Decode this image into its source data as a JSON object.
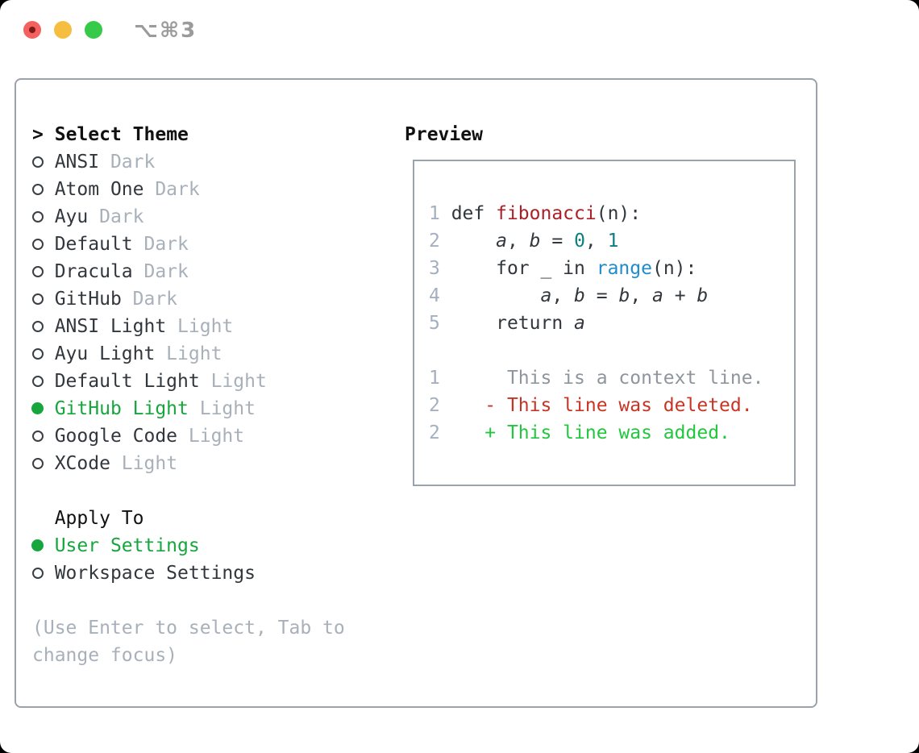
{
  "window": {
    "title": "⌥⌘3"
  },
  "colors": {
    "selected_green": "#17a63e",
    "added_green": "#21c73e",
    "deleted_red": "#c73425",
    "function_red": "#ab2026",
    "number_teal": "#0e7e80",
    "call_blue": "#1f8ccc",
    "muted_gray": "#a8b0ba",
    "context_gray": "#8f959d",
    "line_number": "#a4b0bf",
    "text_dark": "#32373d",
    "border_gray": "#9aa2ac",
    "title_gray": "#9b9b9b",
    "traffic_red": "#f4615e",
    "traffic_yellow": "#f6be40",
    "traffic_green": "#36c94a"
  },
  "theme_selector": {
    "header_cursor": ">",
    "header_label": "Select Theme",
    "themes": [
      {
        "name": "ANSI",
        "variant": "Dark",
        "selected": false
      },
      {
        "name": "Atom One",
        "variant": "Dark",
        "selected": false
      },
      {
        "name": "Ayu",
        "variant": "Dark",
        "selected": false
      },
      {
        "name": "Default",
        "variant": "Dark",
        "selected": false
      },
      {
        "name": "Dracula",
        "variant": "Dark",
        "selected": false
      },
      {
        "name": "GitHub",
        "variant": "Dark",
        "selected": false
      },
      {
        "name": "ANSI Light",
        "variant": "Light",
        "selected": false
      },
      {
        "name": "Ayu Light",
        "variant": "Light",
        "selected": false
      },
      {
        "name": "Default Light",
        "variant": "Light",
        "selected": false
      },
      {
        "name": "GitHub Light",
        "variant": "Light",
        "selected": true
      },
      {
        "name": "Google Code",
        "variant": "Light",
        "selected": false
      },
      {
        "name": "XCode",
        "variant": "Light",
        "selected": false
      }
    ],
    "apply_to_label": "Apply To",
    "apply_options": [
      {
        "name": "User Settings",
        "selected": true
      },
      {
        "name": "Workspace Settings",
        "selected": false
      }
    ],
    "hint_lines": [
      "(Use Enter to select, Tab to",
      "change focus)"
    ]
  },
  "preview": {
    "label": "Preview",
    "rows": [
      {
        "kind": "line",
        "num": "1",
        "tokens": [
          [
            "plain",
            "def "
          ],
          [
            "func",
            "fibonacci"
          ],
          [
            "plain",
            "(n):"
          ]
        ]
      },
      {
        "kind": "line",
        "num": "2",
        "tokens": [
          [
            "plain",
            "    "
          ],
          [
            "var",
            "a"
          ],
          [
            "plain",
            ", "
          ],
          [
            "var",
            "b"
          ],
          [
            "plain",
            " = "
          ],
          [
            "num",
            "0"
          ],
          [
            "plain",
            ", "
          ],
          [
            "num",
            "1"
          ]
        ]
      },
      {
        "kind": "line",
        "num": "3",
        "tokens": [
          [
            "plain",
            "    for _ in "
          ],
          [
            "call",
            "range"
          ],
          [
            "plain",
            "(n):"
          ]
        ]
      },
      {
        "kind": "line",
        "num": "4",
        "tokens": [
          [
            "plain",
            "        "
          ],
          [
            "var",
            "a"
          ],
          [
            "plain",
            ", "
          ],
          [
            "var",
            "b"
          ],
          [
            "plain",
            " = "
          ],
          [
            "var",
            "b"
          ],
          [
            "plain",
            ", "
          ],
          [
            "var",
            "a"
          ],
          [
            "plain",
            " + "
          ],
          [
            "var",
            "b"
          ]
        ]
      },
      {
        "kind": "line",
        "num": "5",
        "tokens": [
          [
            "plain",
            "    return "
          ],
          [
            "var",
            "a"
          ]
        ]
      },
      {
        "kind": "blank"
      },
      {
        "kind": "line",
        "num": "1",
        "tokens": [
          [
            "context",
            "     This is a context line."
          ]
        ]
      },
      {
        "kind": "line",
        "num": "2",
        "tokens": [
          [
            "deleted",
            "   - This line was deleted."
          ]
        ]
      },
      {
        "kind": "line",
        "num": "2",
        "tokens": [
          [
            "added",
            "   + This line was added."
          ]
        ]
      }
    ]
  }
}
